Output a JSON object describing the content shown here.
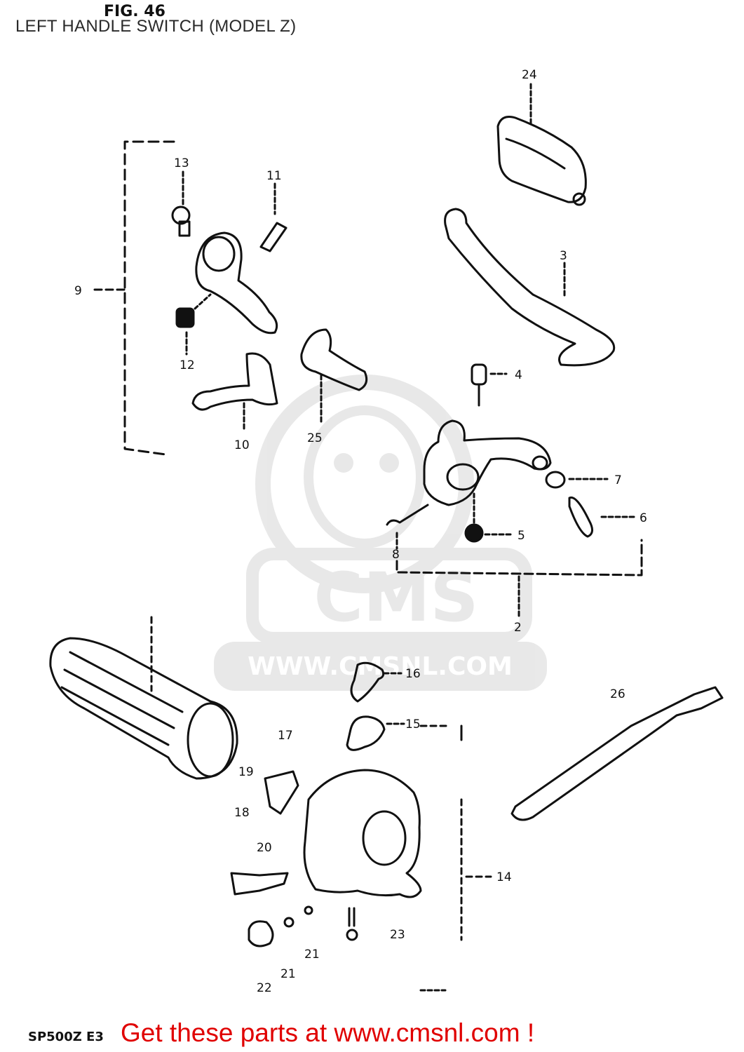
{
  "header": {
    "fig_label": "FIG. 46",
    "title": "LEFT HANDLE SWITCH (MODEL Z)"
  },
  "watermark": {
    "brand": "CMS",
    "url": "WWW.CMSNL.COM"
  },
  "part_labels": [
    {
      "id": "9",
      "text": "9"
    },
    {
      "id": "13",
      "text": "13"
    },
    {
      "id": "11",
      "text": "11"
    },
    {
      "id": "12",
      "text": "12"
    },
    {
      "id": "10",
      "text": "10"
    },
    {
      "id": "25",
      "text": "25"
    },
    {
      "id": "24",
      "text": "24"
    },
    {
      "id": "3",
      "text": "3"
    },
    {
      "id": "4",
      "text": "4"
    },
    {
      "id": "7",
      "text": "7"
    },
    {
      "id": "6",
      "text": "6"
    },
    {
      "id": "5",
      "text": "5"
    },
    {
      "id": "8",
      "text": "8"
    },
    {
      "id": "2",
      "text": "2"
    },
    {
      "id": "16",
      "text": "16"
    },
    {
      "id": "15",
      "text": "15"
    },
    {
      "id": "26",
      "text": "26"
    },
    {
      "id": "17",
      "text": "17"
    },
    {
      "id": "19",
      "text": "19"
    },
    {
      "id": "18",
      "text": "18"
    },
    {
      "id": "20",
      "text": "20"
    },
    {
      "id": "14",
      "text": "14"
    },
    {
      "id": "21a",
      "text": "21"
    },
    {
      "id": "21b",
      "text": "21"
    },
    {
      "id": "22",
      "text": "22"
    },
    {
      "id": "23",
      "text": "23"
    }
  ],
  "diagram_code": "SP500Z E3",
  "footer": {
    "text": "Get these parts at www.cmsnl.com !",
    "color": "#e00000"
  }
}
